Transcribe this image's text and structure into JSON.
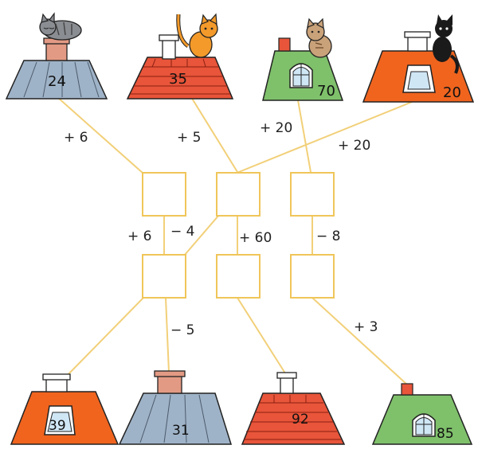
{
  "colors": {
    "line": "#f2d079",
    "box": "#f0c65a",
    "roof_gray": "#9fb3c8",
    "roof_red": "#e8553a",
    "roof_green": "#7fc06b",
    "roof_orange": "#f0641e",
    "chimney": "#e39a84",
    "cat_gray": "#8a8d92",
    "cat_orange": "#f39a2b",
    "cat_tabby": "#c9a27a",
    "cat_black": "#1a1a1a",
    "window": "#cfe6f5"
  },
  "top_houses": [
    {
      "number": "24",
      "roof": "gray",
      "icon": "sleeping-gray-cat-icon"
    },
    {
      "number": "35",
      "roof": "red-tiles",
      "icon": "orange-cat-icon"
    },
    {
      "number": "70",
      "roof": "green",
      "icon": "tabby-cat-icon"
    },
    {
      "number": "20",
      "roof": "orange",
      "icon": "black-cat-icon"
    }
  ],
  "bottom_houses": [
    {
      "number": "39",
      "roof": "orange"
    },
    {
      "number": "31",
      "roof": "gray"
    },
    {
      "number": "92",
      "roof": "red-tiles"
    },
    {
      "number": "85",
      "roof": "green"
    }
  ],
  "operations": {
    "op_24": "+ 6",
    "op_35": "+ 5",
    "op_70": "+ 20",
    "op_20": "+ 20",
    "op_left_vertical": "+ 6",
    "op_middle_diagonal": "− 4",
    "op_middle_vertical": "+ 60",
    "op_right_vertical": "− 8",
    "op_31": "− 5",
    "op_85": "+ 3"
  }
}
